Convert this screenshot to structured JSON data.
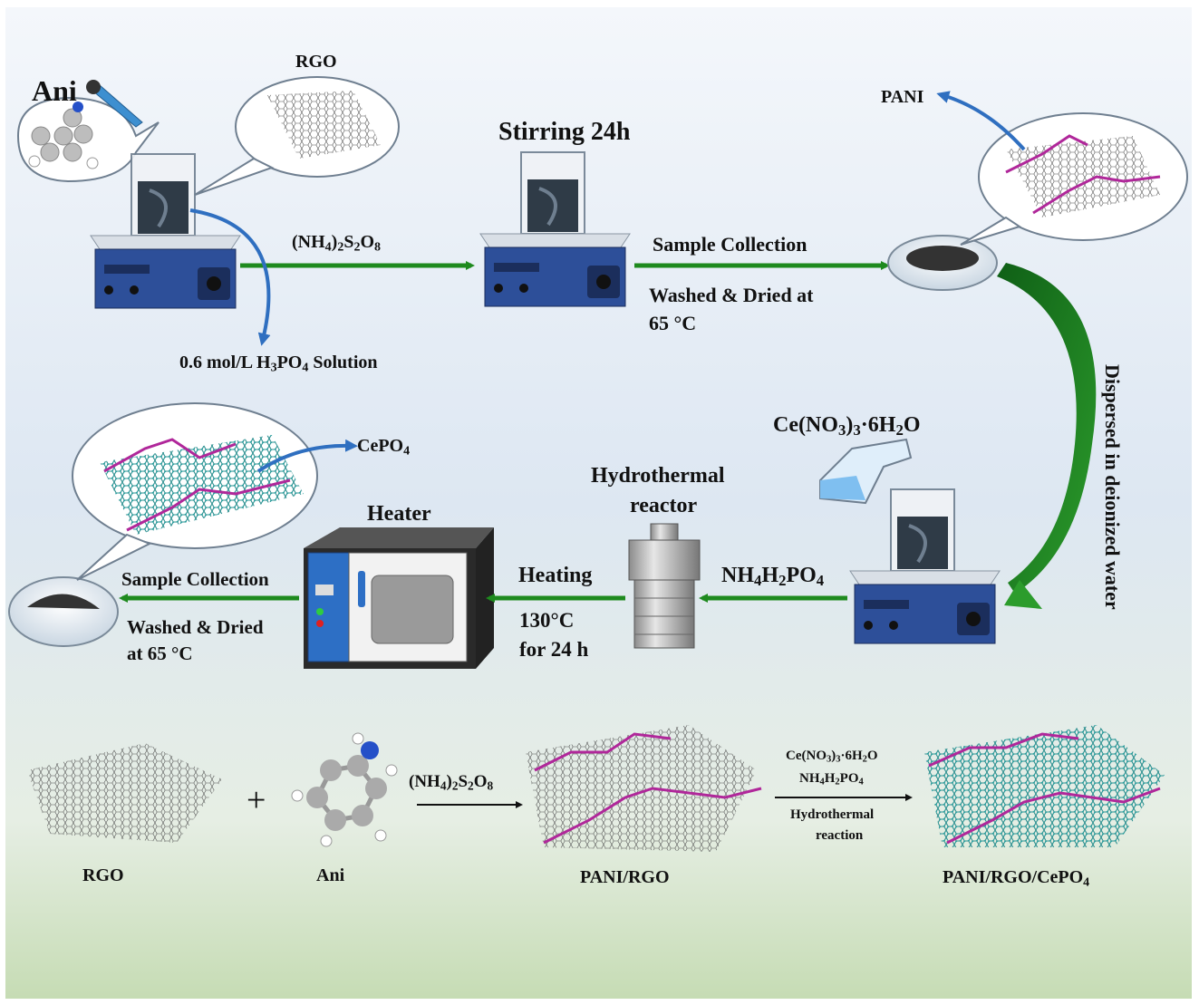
{
  "labels": {
    "ani": "Ani",
    "rgo_top": "RGO",
    "stirring": "Stirring 24h",
    "pani": "PANI",
    "ammonium_persulfate": "(NH4)2S2O8",
    "sample_collection_top": "Sample Collection",
    "washed_dried_top": "Washed & Dried at",
    "temp_top": "65 °C",
    "phosphoric_solution": "0.6 mol/L H3PO4 Solution",
    "dispersed": "Dispersed in deionized water",
    "cerium_nitrate": "Ce(NO3)3·6H2O",
    "cepo4": "CePO4",
    "hydrothermal_line1": "Hydrothermal",
    "hydrothermal_line2": "reactor",
    "heater": "Heater",
    "heating": "Heating",
    "heating_temp": "130°C",
    "heating_time": "for 24 h",
    "ammonium_phosphate": "NH4H2PO4",
    "sample_collection_bottom": "Sample Collection",
    "washed_dried_bottom_1": "Washed & Dried",
    "washed_dried_bottom_2": "at 65 °C"
  },
  "scheme": {
    "plus": "+",
    "reagent_1": "(NH4)2S2O8",
    "reagent_2a": "Ce(NO3)3·6H2O",
    "reagent_2b": "NH4H2PO4",
    "condition_2a": "Hydrothermal",
    "condition_2b": "reaction",
    "rgo": "RGO",
    "ani": "Ani",
    "pani_rgo": "PANI/RGO",
    "final": "PANI/RGO/CePO4"
  },
  "colors": {
    "flow_arrow": "#1e8a1e",
    "callout_arrow": "#2f6fc0",
    "stirrer_body": "#2d4f99",
    "pani_chain": "#b0279a",
    "cepo4_particle": "#2aa3a3"
  }
}
